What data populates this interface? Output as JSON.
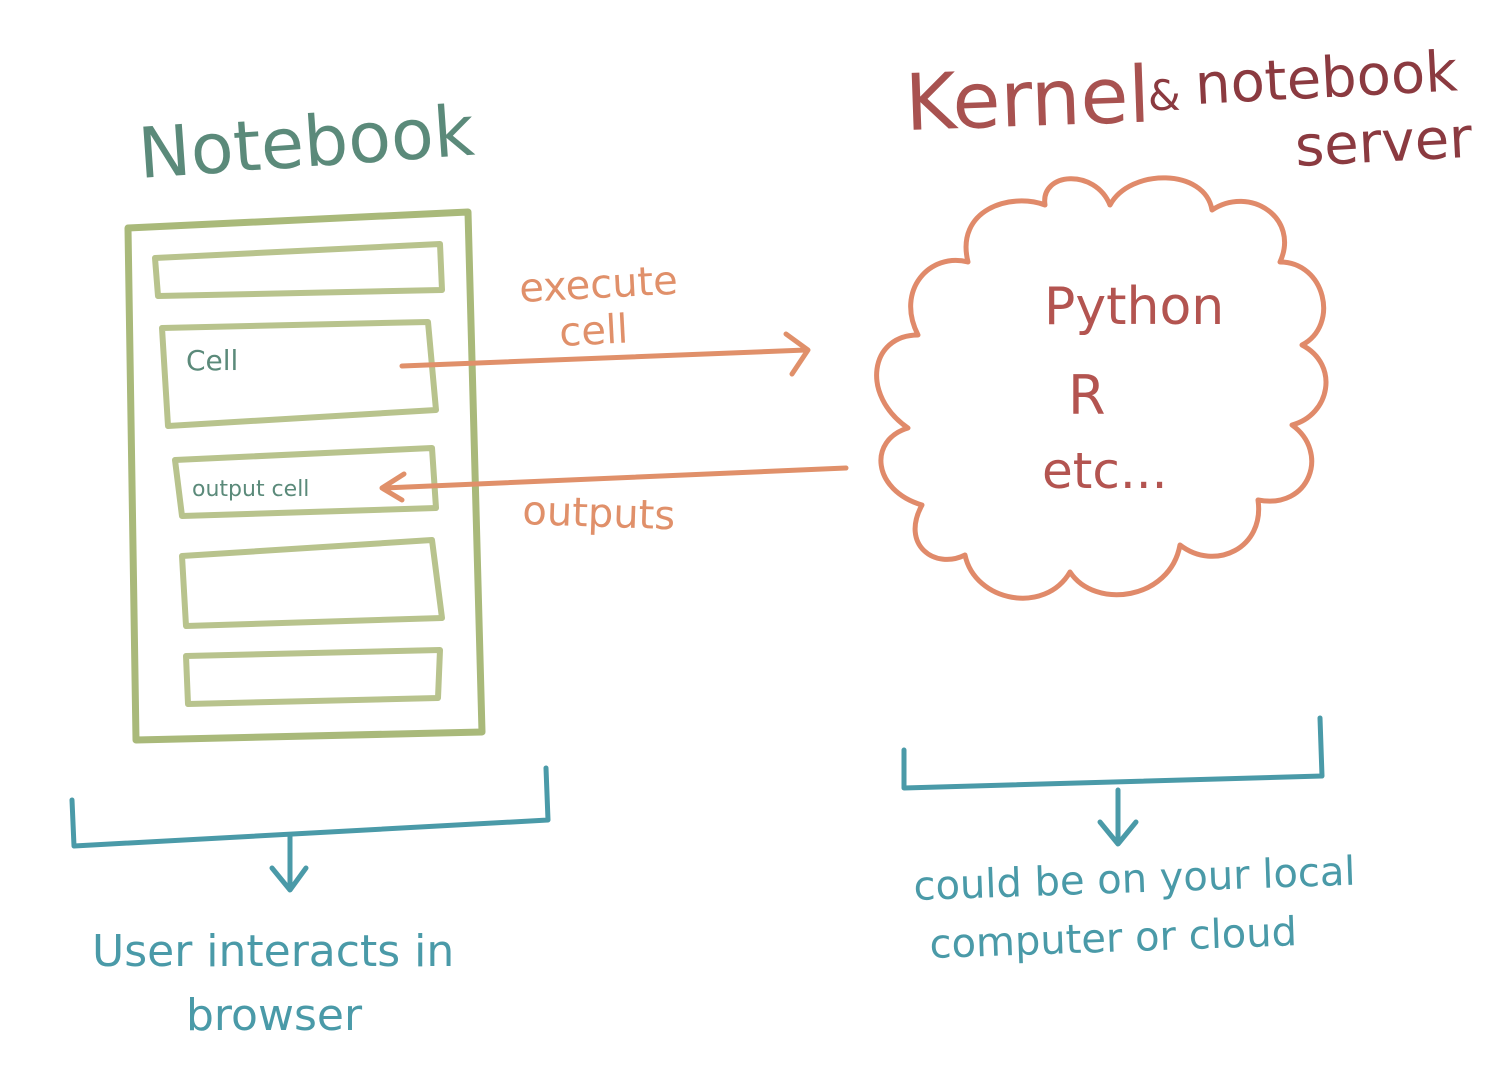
{
  "colors": {
    "notebook_title": "#5b8a7a",
    "notebook_frame": "#a9b97a",
    "notebook_cell": "#b8c38d",
    "cell_text": "#5b8a7a",
    "arrow": "#e0906a",
    "cloud": "#e08a6a",
    "kernel_title": "#a85250",
    "server_text": "#8b3a40",
    "language_text": "#b35450",
    "bracket": "#4a9aa8",
    "caption": "#4a9aa8"
  },
  "notebook": {
    "title": "Notebook",
    "cell_label": "Cell",
    "output_cell_label": "output cell"
  },
  "arrows": {
    "execute_line1": "execute",
    "execute_line2": "cell",
    "outputs_label": "outputs"
  },
  "kernel": {
    "title": "Kernel",
    "ampersand": "&",
    "notebook_label": "notebook",
    "server_label": "server",
    "languages": [
      "Python",
      "R",
      "etc..."
    ]
  },
  "captions": {
    "left_line1": "User interacts in",
    "left_line2": "browser",
    "right_line1": "could be on your local",
    "right_line2": "computer or cloud"
  }
}
